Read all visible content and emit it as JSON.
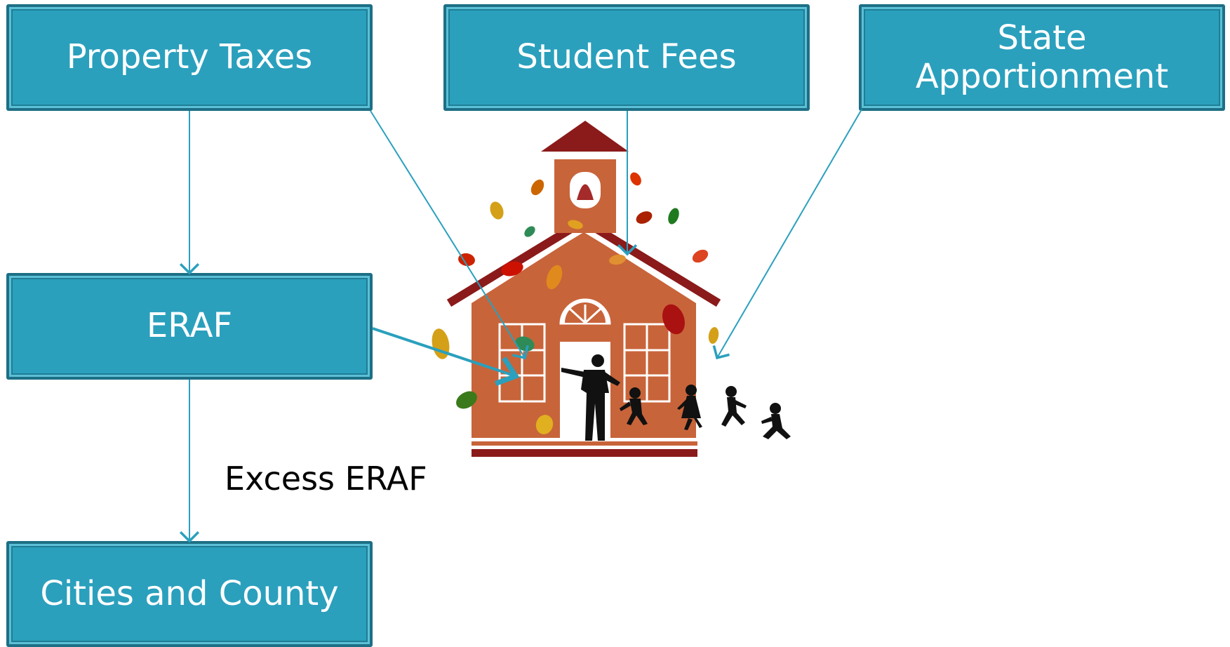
{
  "boxes": {
    "property_taxes": "Property Taxes",
    "student_fees": "Student Fees",
    "state_line1": "State",
    "state_line2": "Apportionment",
    "eraf": "ERAF",
    "cities_county": "Cities and County"
  },
  "labels": {
    "excess_eraf": "Excess ERAF"
  },
  "colors": {
    "box_fill": "#2aa0bd",
    "box_border": "#1d6f85",
    "arrow": "#2aa0bd",
    "school_wall": "#c8643a",
    "school_roof": "#8b1a1a"
  }
}
